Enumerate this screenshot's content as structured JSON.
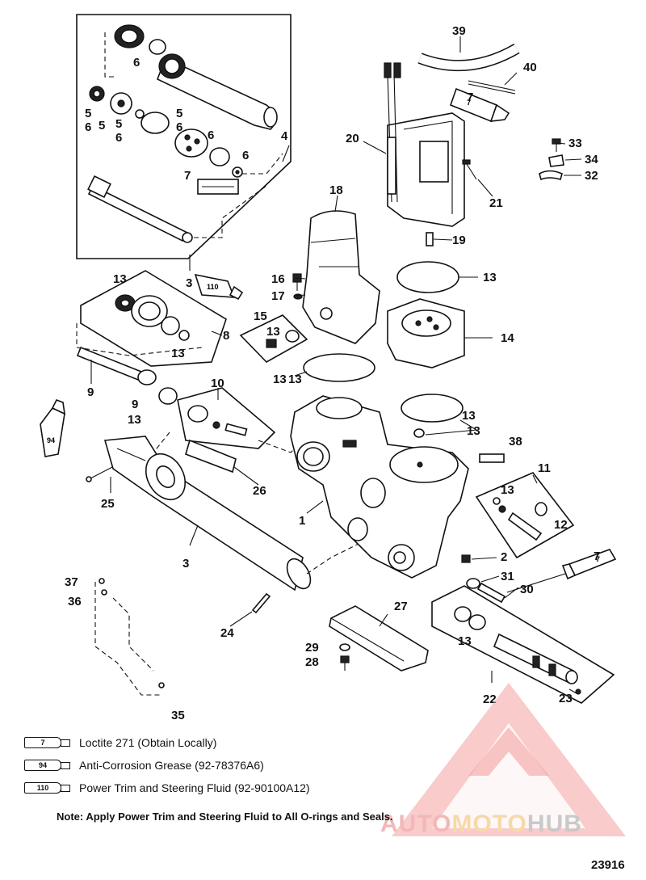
{
  "callouts": [
    {
      "id": "c6a",
      "text": "6"
    },
    {
      "id": "c5a",
      "text": "5"
    },
    {
      "id": "c6b",
      "text": "6"
    },
    {
      "id": "c5b",
      "text": "5"
    },
    {
      "id": "c5c",
      "text": "5"
    },
    {
      "id": "c6c",
      "text": "6"
    },
    {
      "id": "c5d",
      "text": "5"
    },
    {
      "id": "c6d",
      "text": "6"
    },
    {
      "id": "c6e",
      "text": "6"
    },
    {
      "id": "c6f",
      "text": "6"
    },
    {
      "id": "c4",
      "text": "4"
    },
    {
      "id": "c7a",
      "text": "7"
    },
    {
      "id": "c3a",
      "text": "3"
    },
    {
      "id": "c39",
      "text": "39"
    },
    {
      "id": "c40",
      "text": "40"
    },
    {
      "id": "c7b",
      "text": "7"
    },
    {
      "id": "c20",
      "text": "20"
    },
    {
      "id": "c33",
      "text": "33"
    },
    {
      "id": "c34",
      "text": "34"
    },
    {
      "id": "c32",
      "text": "32"
    },
    {
      "id": "c21",
      "text": "21"
    },
    {
      "id": "c18",
      "text": "18"
    },
    {
      "id": "c19",
      "text": "19"
    },
    {
      "id": "c16",
      "text": "16"
    },
    {
      "id": "c17",
      "text": "17"
    },
    {
      "id": "c13a",
      "text": "13"
    },
    {
      "id": "c13b",
      "text": "13"
    },
    {
      "id": "c15",
      "text": "15"
    },
    {
      "id": "c13c",
      "text": "13"
    },
    {
      "id": "c14",
      "text": "14"
    },
    {
      "id": "c8",
      "text": "8"
    },
    {
      "id": "c13d",
      "text": "13"
    },
    {
      "id": "c13e",
      "text": "13"
    },
    {
      "id": "c9a",
      "text": "9"
    },
    {
      "id": "c9b",
      "text": "9"
    },
    {
      "id": "c13f",
      "text": "13"
    },
    {
      "id": "c10",
      "text": "10"
    },
    {
      "id": "c13g",
      "text": "13"
    },
    {
      "id": "c38",
      "text": "38"
    },
    {
      "id": "c11",
      "text": "11"
    },
    {
      "id": "c13h",
      "text": "13"
    },
    {
      "id": "c12",
      "text": "12"
    },
    {
      "id": "c25",
      "text": "25"
    },
    {
      "id": "c26",
      "text": "26"
    },
    {
      "id": "c1",
      "text": "1"
    },
    {
      "id": "c2",
      "text": "2"
    },
    {
      "id": "c3b",
      "text": "3"
    },
    {
      "id": "c7c",
      "text": "7"
    },
    {
      "id": "c31",
      "text": "31"
    },
    {
      "id": "c30",
      "text": "30"
    },
    {
      "id": "c37",
      "text": "37"
    },
    {
      "id": "c36",
      "text": "36"
    },
    {
      "id": "c24",
      "text": "24"
    },
    {
      "id": "c27",
      "text": "27"
    },
    {
      "id": "c29",
      "text": "29"
    },
    {
      "id": "c28",
      "text": "28"
    },
    {
      "id": "c13i",
      "text": "13"
    },
    {
      "id": "c22",
      "text": "22"
    },
    {
      "id": "c23",
      "text": "23"
    },
    {
      "id": "c35",
      "text": "35"
    },
    {
      "id": "c13j",
      "text": "13"
    },
    {
      "id": "c13k",
      "text": "13"
    }
  ],
  "tube_labels": {
    "t110": "110",
    "t94": "94",
    "t7a": "7",
    "t7b": "7"
  },
  "legend": [
    {
      "code": "7",
      "text": "Loctite 271 (Obtain Locally)"
    },
    {
      "code": "94",
      "text": "Anti-Corrosion Grease (92-78376A6)"
    },
    {
      "code": "110",
      "text": "Power Trim  and Steering Fluid (92-90100A12)"
    }
  ],
  "note": "Note: Apply Power Trim and Steering Fluid to All O-rings and Seals.",
  "figure_number": "23916",
  "watermark": {
    "part1": "AUTO",
    "part2": "MOTO",
    "part3": "HUB"
  }
}
